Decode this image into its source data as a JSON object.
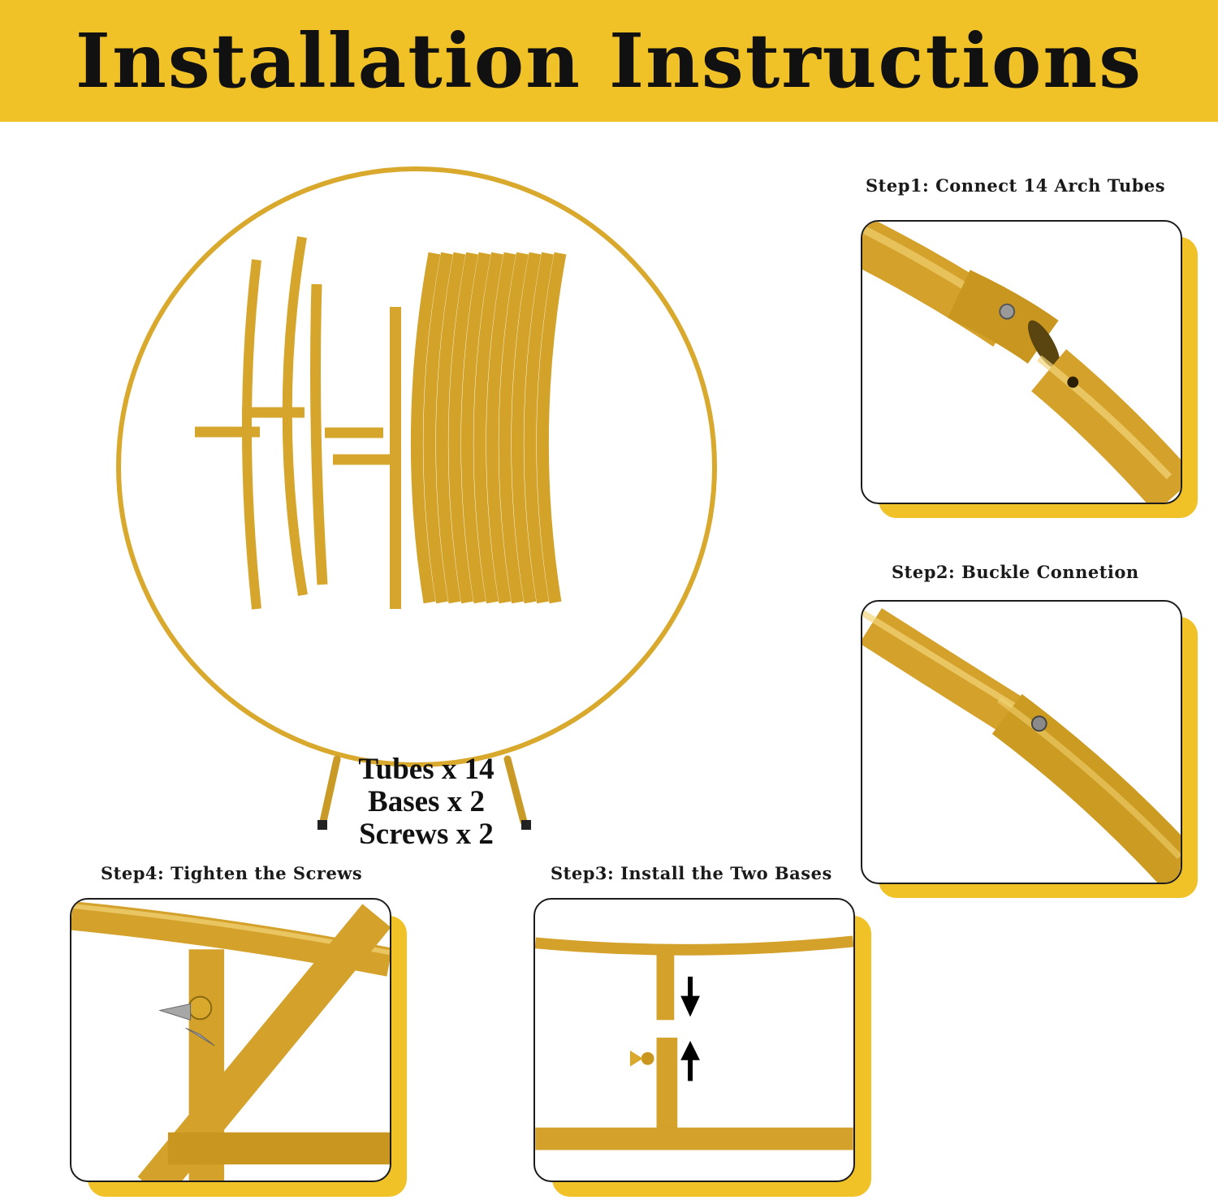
{
  "banner": {
    "title": "Installation Instructions",
    "color": "#F0C228"
  },
  "contents": {
    "tubes": "Tubes x 14",
    "bases": "Bases x 2",
    "screws": "Screws x 2"
  },
  "steps": {
    "step1": "Step1: Connect 14 Arch Tubes",
    "step2": "Step2: Buckle Connetion",
    "step3": "Step3: Install the Two Bases",
    "step4": "Step4: Tighten the Screws"
  },
  "colors": {
    "gold": "#D9A92E",
    "accent": "#F0C228",
    "text": "#111111"
  },
  "icons": [
    "arrow-down-icon",
    "arrow-up-icon",
    "wing-screw-icon"
  ]
}
